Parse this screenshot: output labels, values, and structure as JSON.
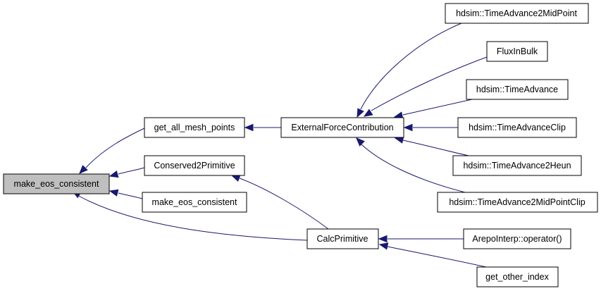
{
  "nodes": {
    "root": "make_eos_consistent",
    "get_all_mesh_points": "get_all_mesh_points",
    "conserved2primitive": "Conserved2Primitive",
    "make_eos_consistent_2": "make_eos_consistent",
    "external_force_contribution": "ExternalForceContribution",
    "calc_primitive": "CalcPrimitive",
    "time_advance_2_midpoint": "hdsim::TimeAdvance2MidPoint",
    "flux_in_bulk": "FluxInBulk",
    "time_advance": "hdsim::TimeAdvance",
    "time_advance_clip": "hdsim::TimeAdvanceClip",
    "time_advance_2_heun": "hdsim::TimeAdvance2Heun",
    "time_advance_2_midpoint_clip": "hdsim::TimeAdvance2MidPointClip",
    "arepo_interp_operator": "ArepoInterp::operator()",
    "get_other_index": "get_other_index"
  },
  "edges": [
    {
      "from": "get_all_mesh_points",
      "to": "root"
    },
    {
      "from": "conserved2primitive",
      "to": "root"
    },
    {
      "from": "make_eos_consistent_2",
      "to": "root"
    },
    {
      "from": "calc_primitive",
      "to": "root"
    },
    {
      "from": "external_force_contribution",
      "to": "get_all_mesh_points"
    },
    {
      "from": "calc_primitive",
      "to": "conserved2primitive"
    },
    {
      "from": "time_advance_2_midpoint",
      "to": "external_force_contribution"
    },
    {
      "from": "flux_in_bulk",
      "to": "external_force_contribution"
    },
    {
      "from": "time_advance",
      "to": "external_force_contribution"
    },
    {
      "from": "time_advance_clip",
      "to": "external_force_contribution"
    },
    {
      "from": "time_advance_2_heun",
      "to": "external_force_contribution"
    },
    {
      "from": "time_advance_2_midpoint_clip",
      "to": "external_force_contribution"
    },
    {
      "from": "arepo_interp_operator",
      "to": "calc_primitive"
    },
    {
      "from": "get_other_index",
      "to": "calc_primitive"
    }
  ]
}
